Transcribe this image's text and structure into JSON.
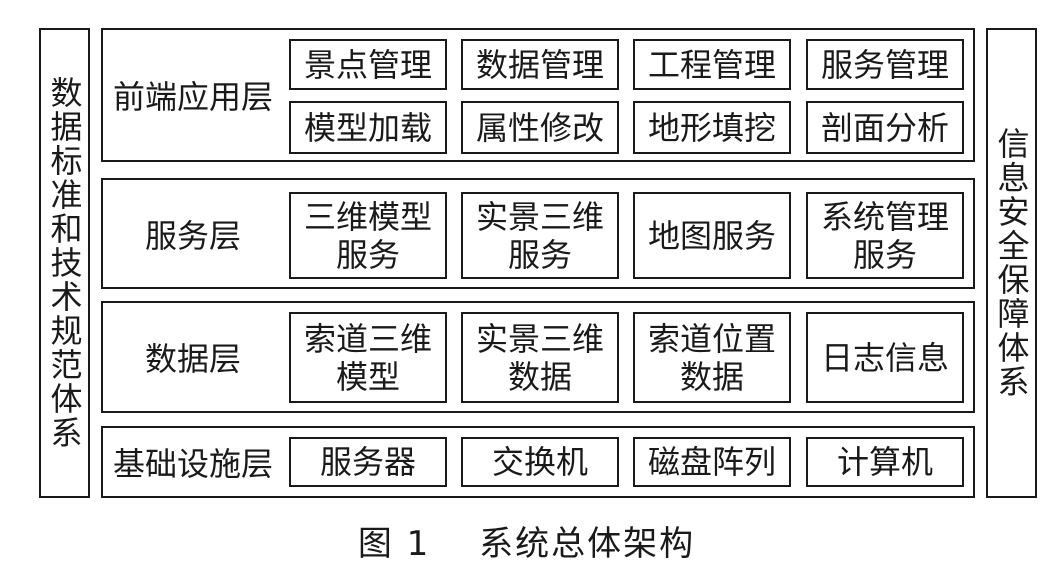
{
  "left_sidebar": {
    "label": "数据标准和技术规范体系"
  },
  "right_sidebar": {
    "label": "信息安全保障体系"
  },
  "layers": [
    {
      "label": "前端应用层",
      "cells": [
        "景点管理",
        "数据管理",
        "工程管理",
        "服务管理",
        "模型加载",
        "属性修改",
        "地形填挖",
        "剖面分析"
      ]
    },
    {
      "label": "服务层",
      "cells": [
        "三维模型\n服务",
        "实景三维\n服务",
        "地图服务",
        "系统管理\n服务"
      ]
    },
    {
      "label": "数据层",
      "cells": [
        "索道三维\n模型",
        "实景三维\n数据",
        "索道位置\n数据",
        "日志信息"
      ]
    },
    {
      "label": "基础设施层",
      "cells": [
        "服务器",
        "交换机",
        "磁盘阵列",
        "计算机"
      ]
    }
  ],
  "caption": "图 1　 系统总体架构"
}
